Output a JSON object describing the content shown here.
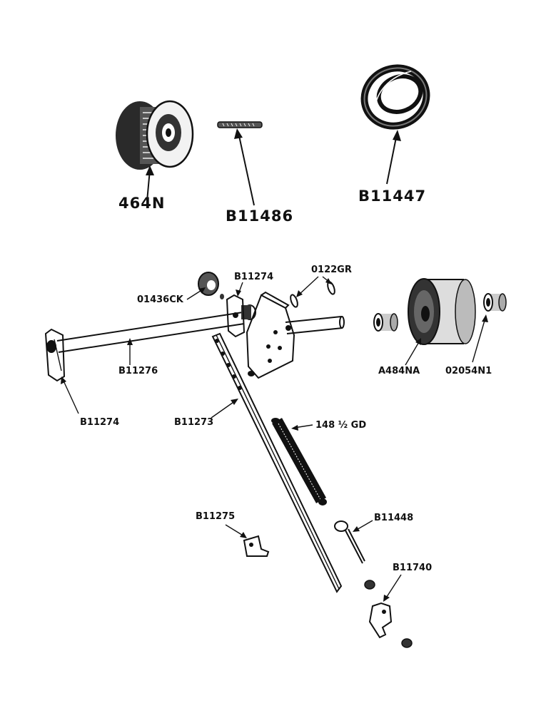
{
  "parts": [
    {
      "id": "pulley",
      "label": "464N"
    },
    {
      "id": "pin",
      "label": "B11486"
    },
    {
      "id": "belt",
      "label": "B11447"
    },
    {
      "id": "collar",
      "label": "01436CK"
    },
    {
      "id": "bracket-top",
      "label": "B11274"
    },
    {
      "id": "cotter-pins",
      "label": "0122GR"
    },
    {
      "id": "shaft",
      "label": "B11276"
    },
    {
      "id": "bracket-left",
      "label": "B11274"
    },
    {
      "id": "idler-roller",
      "label": "A484NA"
    },
    {
      "id": "bushing",
      "label": "02054N1"
    },
    {
      "id": "arm",
      "label": "B11273"
    },
    {
      "id": "spring",
      "label": "148 ½ GD"
    },
    {
      "id": "clip",
      "label": "B11275"
    },
    {
      "id": "eyebolt",
      "label": "B11448"
    },
    {
      "id": "angle-bracket",
      "label": "B11740"
    }
  ]
}
